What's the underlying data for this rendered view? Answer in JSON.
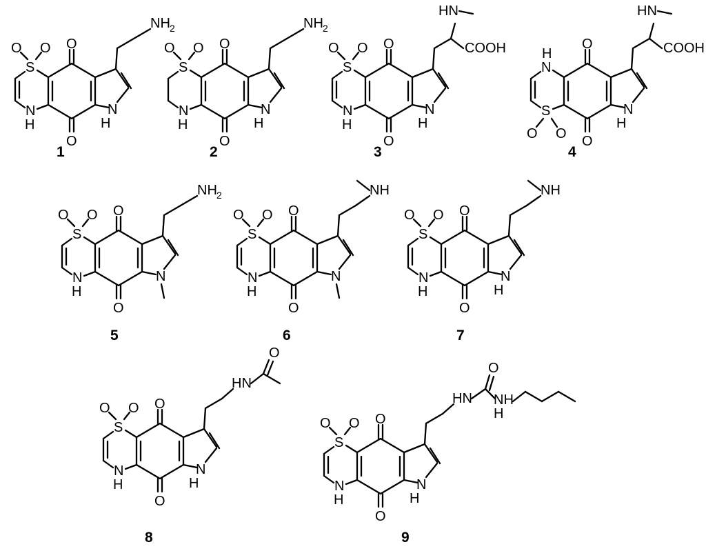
{
  "compounds": [
    {
      "id": "1",
      "label": "1"
    },
    {
      "id": "2",
      "label": "2"
    },
    {
      "id": "3",
      "label": "3"
    },
    {
      "id": "4",
      "label": "4"
    },
    {
      "id": "5",
      "label": "5"
    },
    {
      "id": "6",
      "label": "6"
    },
    {
      "id": "7",
      "label": "7"
    },
    {
      "id": "8",
      "label": "8"
    },
    {
      "id": "9",
      "label": "9"
    }
  ],
  "atoms": {
    "S": "S",
    "O": "O",
    "N": "N",
    "H": "H",
    "NH": "NH",
    "HN": "HN",
    "NH2_main": "NH",
    "NH2_sub": "2",
    "COOH": "COOH"
  }
}
